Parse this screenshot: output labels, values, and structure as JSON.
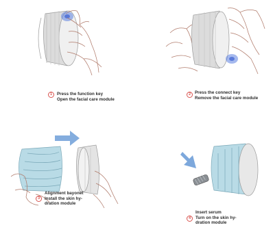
{
  "steps": [
    {
      "number": "1",
      "lines": [
        "Press the function key",
        "Open the facial care module"
      ]
    },
    {
      "number": "2",
      "lines": [
        "Press the connect key",
        "Remove the facial care module"
      ]
    },
    {
      "number": "3",
      "lines": [
        "Alignment bayonet",
        "Install the skin hy-",
        "dration module"
      ]
    },
    {
      "number": "4",
      "lines": [
        "Insert serum",
        "Turn on the skin hy-",
        "dration module"
      ]
    }
  ],
  "colors": {
    "accent_red": "#d9534f",
    "arrow_blue": "#6f9fd8",
    "module_blue": "#b9dbe6",
    "press_glow": "#5b7fe0"
  }
}
